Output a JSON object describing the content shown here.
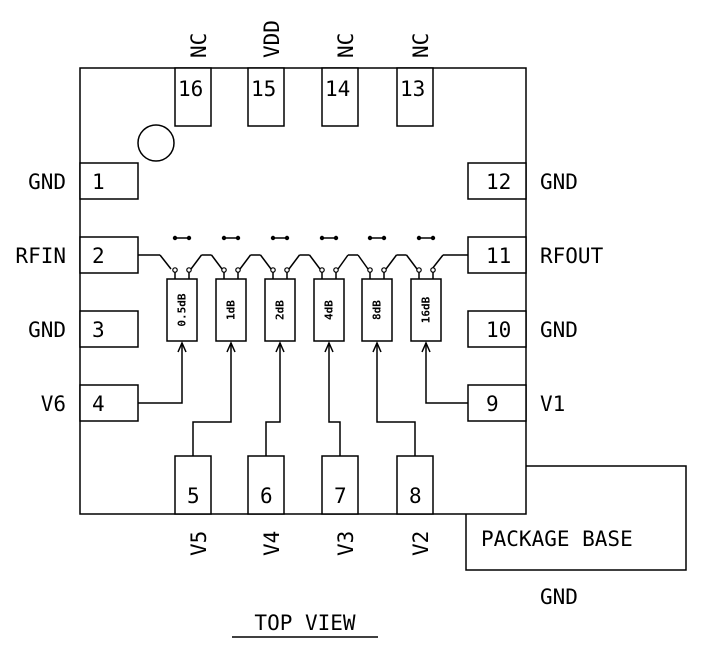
{
  "pins": {
    "p1": {
      "num": "1",
      "name": "GND"
    },
    "p2": {
      "num": "2",
      "name": "RFIN"
    },
    "p3": {
      "num": "3",
      "name": "GND"
    },
    "p4": {
      "num": "4",
      "name": "V6"
    },
    "p5": {
      "num": "5",
      "name": "V5"
    },
    "p6": {
      "num": "6",
      "name": "V4"
    },
    "p7": {
      "num": "7",
      "name": "V3"
    },
    "p8": {
      "num": "8",
      "name": "V2"
    },
    "p9": {
      "num": "9",
      "name": "V1"
    },
    "p10": {
      "num": "10",
      "name": "GND"
    },
    "p11": {
      "num": "11",
      "name": "RFOUT"
    },
    "p12": {
      "num": "12",
      "name": "GND"
    },
    "p13": {
      "num": "13",
      "name": "NC"
    },
    "p14": {
      "num": "14",
      "name": "NC"
    },
    "p15": {
      "num": "15",
      "name": "VDD"
    },
    "p16": {
      "num": "16",
      "name": "NC"
    }
  },
  "attenuators": [
    "0.5dB",
    "1dB",
    "2dB",
    "4dB",
    "8dB",
    "16dB"
  ],
  "package_base": {
    "label": "PACKAGE BASE",
    "ground": "GND"
  },
  "view_title": "TOP VIEW"
}
